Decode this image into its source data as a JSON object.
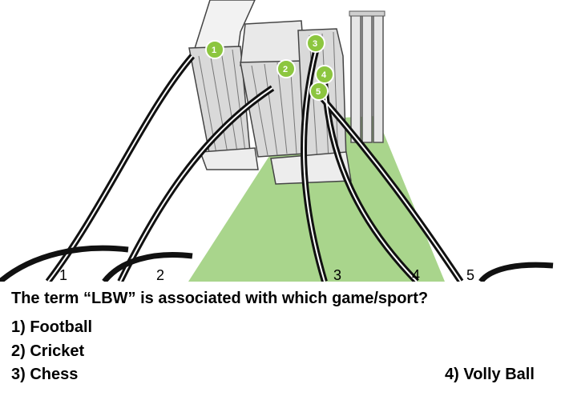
{
  "question": {
    "text": "The term “LBW” is associated with which game/sport?"
  },
  "options": [
    {
      "label": "1) Football"
    },
    {
      "label": "2) Cricket"
    },
    {
      "label": "3) Chess"
    },
    {
      "label": "4) Volly Ball"
    }
  ],
  "illustration": {
    "line_labels": [
      "1",
      "2",
      "3",
      "4",
      "5"
    ],
    "marker_labels": [
      "1",
      "2",
      "3",
      "4",
      "5"
    ],
    "colors": {
      "pitch_green": "#a9d58c",
      "marker_green": "#8cc63f",
      "line_black": "#111111",
      "pad_gray": "#bdbdbd"
    }
  }
}
